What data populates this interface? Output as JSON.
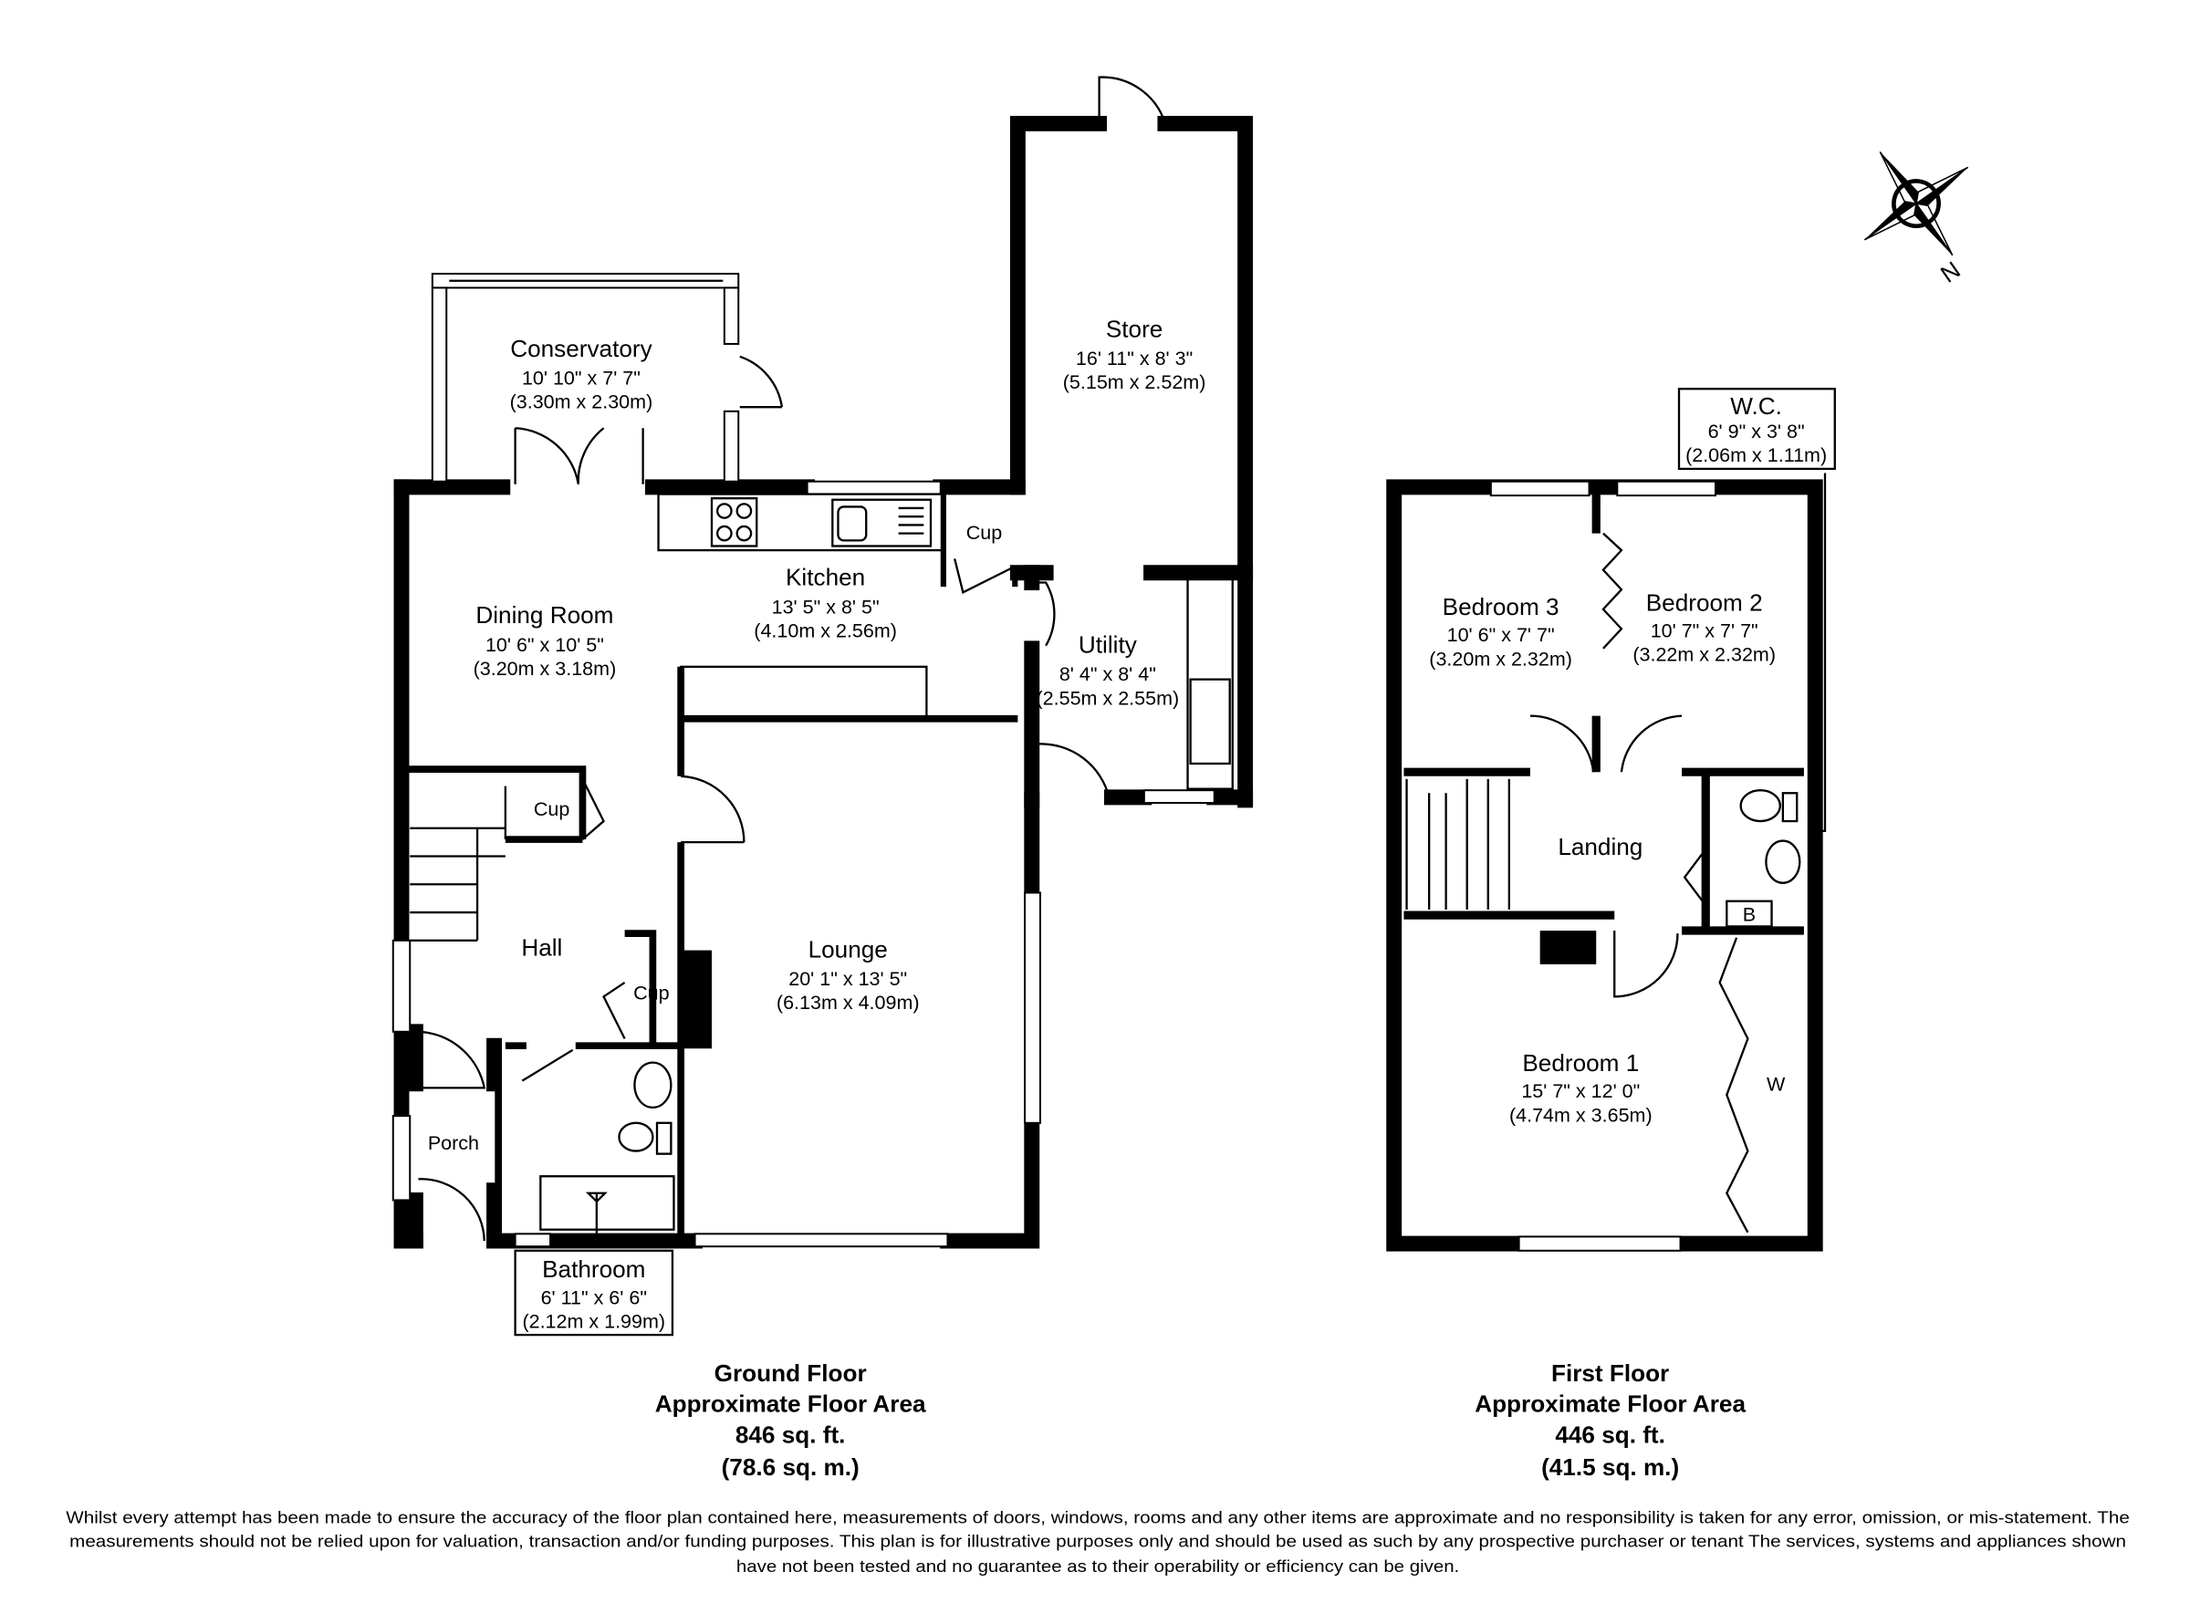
{
  "ground_floor": {
    "rooms": {
      "conservatory": {
        "name": "Conservatory",
        "imperial": "10' 10\" x 7' 7\"",
        "metric": "(3.30m x 2.30m)"
      },
      "store": {
        "name": "Store",
        "imperial": "16' 11\" x 8' 3\"",
        "metric": "(5.15m x 2.52m)"
      },
      "kitchen": {
        "name": "Kitchen",
        "imperial": "13' 5\" x 8' 5\"",
        "metric": "(4.10m x 2.56m)"
      },
      "dining": {
        "name": "Dining Room",
        "imperial": "10' 6\" x 10' 5\"",
        "metric": "(3.20m x 3.18m)"
      },
      "utility": {
        "name": "Utility",
        "imperial": "8' 4\" x 8' 4\"",
        "metric": "(2.55m x 2.55m)"
      },
      "lounge": {
        "name": "Lounge",
        "imperial": "20' 1\" x 13' 5\"",
        "metric": "(6.13m x 4.09m)"
      },
      "bathroom": {
        "name": "Bathroom",
        "imperial": "6' 11\" x 6' 6\"",
        "metric": "(2.12m x 1.99m)"
      }
    },
    "labels": {
      "hall": "Hall",
      "porch": "Porch",
      "cup_kitchen": "Cup",
      "cup_stairs": "Cup",
      "cup_hall": "Cup"
    },
    "summary": {
      "title": "Ground Floor",
      "subtitle": "Approximate Floor Area",
      "sqft": "846 sq. ft.",
      "sqm": "(78.6 sq. m.)"
    }
  },
  "first_floor": {
    "rooms": {
      "wc": {
        "name": "W.C.",
        "imperial": "6' 9\" x 3' 8\"",
        "metric": "(2.06m x 1.11m)"
      },
      "bedroom3": {
        "name": "Bedroom 3",
        "imperial": "10' 6\" x 7' 7\"",
        "metric": "(3.20m x 2.32m)"
      },
      "bedroom2": {
        "name": "Bedroom 2",
        "imperial": "10' 7\" x 7' 7\"",
        "metric": "(3.22m x 2.32m)"
      },
      "bedroom1": {
        "name": "Bedroom 1",
        "imperial": "15' 7\" x 12' 0\"",
        "metric": "(4.74m x 3.65m)"
      }
    },
    "labels": {
      "landing": "Landing",
      "boiler": "B",
      "wardrobe": "W"
    },
    "summary": {
      "title": "First Floor",
      "subtitle": "Approximate Floor Area",
      "sqft": "446 sq. ft.",
      "sqm": "(41.5 sq. m.)"
    }
  },
  "compass": {
    "icon": "compass-rose-icon",
    "label": "N"
  },
  "disclaimer": [
    "Whilst every attempt has been made to ensure the accuracy of the floor plan contained here, measurements of doors, windows, rooms and any other items are approximate and no responsibility is taken for any error, omission, or mis-statement. The",
    "measurements should not be relied upon for valuation, transaction and/or funding purposes. This plan is for illustrative purposes only and should be used as such by any prospective purchaser or tenant The services, systems and appliances shown",
    "have not been tested and no guarantee as to their operability or efficiency can be given."
  ]
}
